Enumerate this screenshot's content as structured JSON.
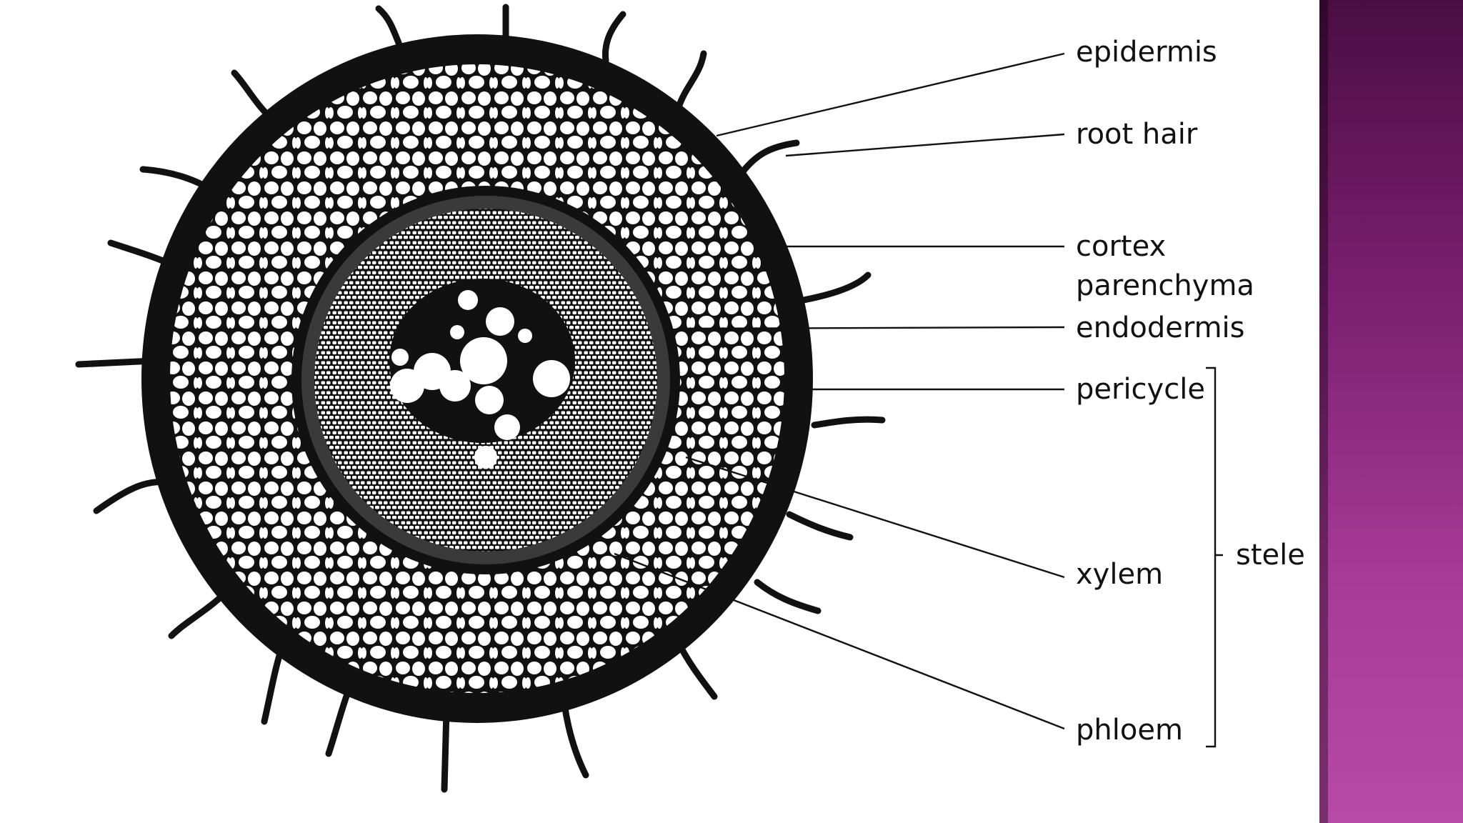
{
  "labels": {
    "epidermis": "epidermis",
    "root_hair": "root hair",
    "cortex_line1": "cortex",
    "cortex_line2": "parenchyma",
    "endodermis": "endodermis",
    "pericycle": "pericycle",
    "xylem": "xylem",
    "phloem": "phloem",
    "stele": "stele"
  },
  "colors": {
    "ink": "#111111",
    "panel": "#ffffff",
    "accent_top": "#4a0d42",
    "accent_bottom": "#b64aa6"
  }
}
